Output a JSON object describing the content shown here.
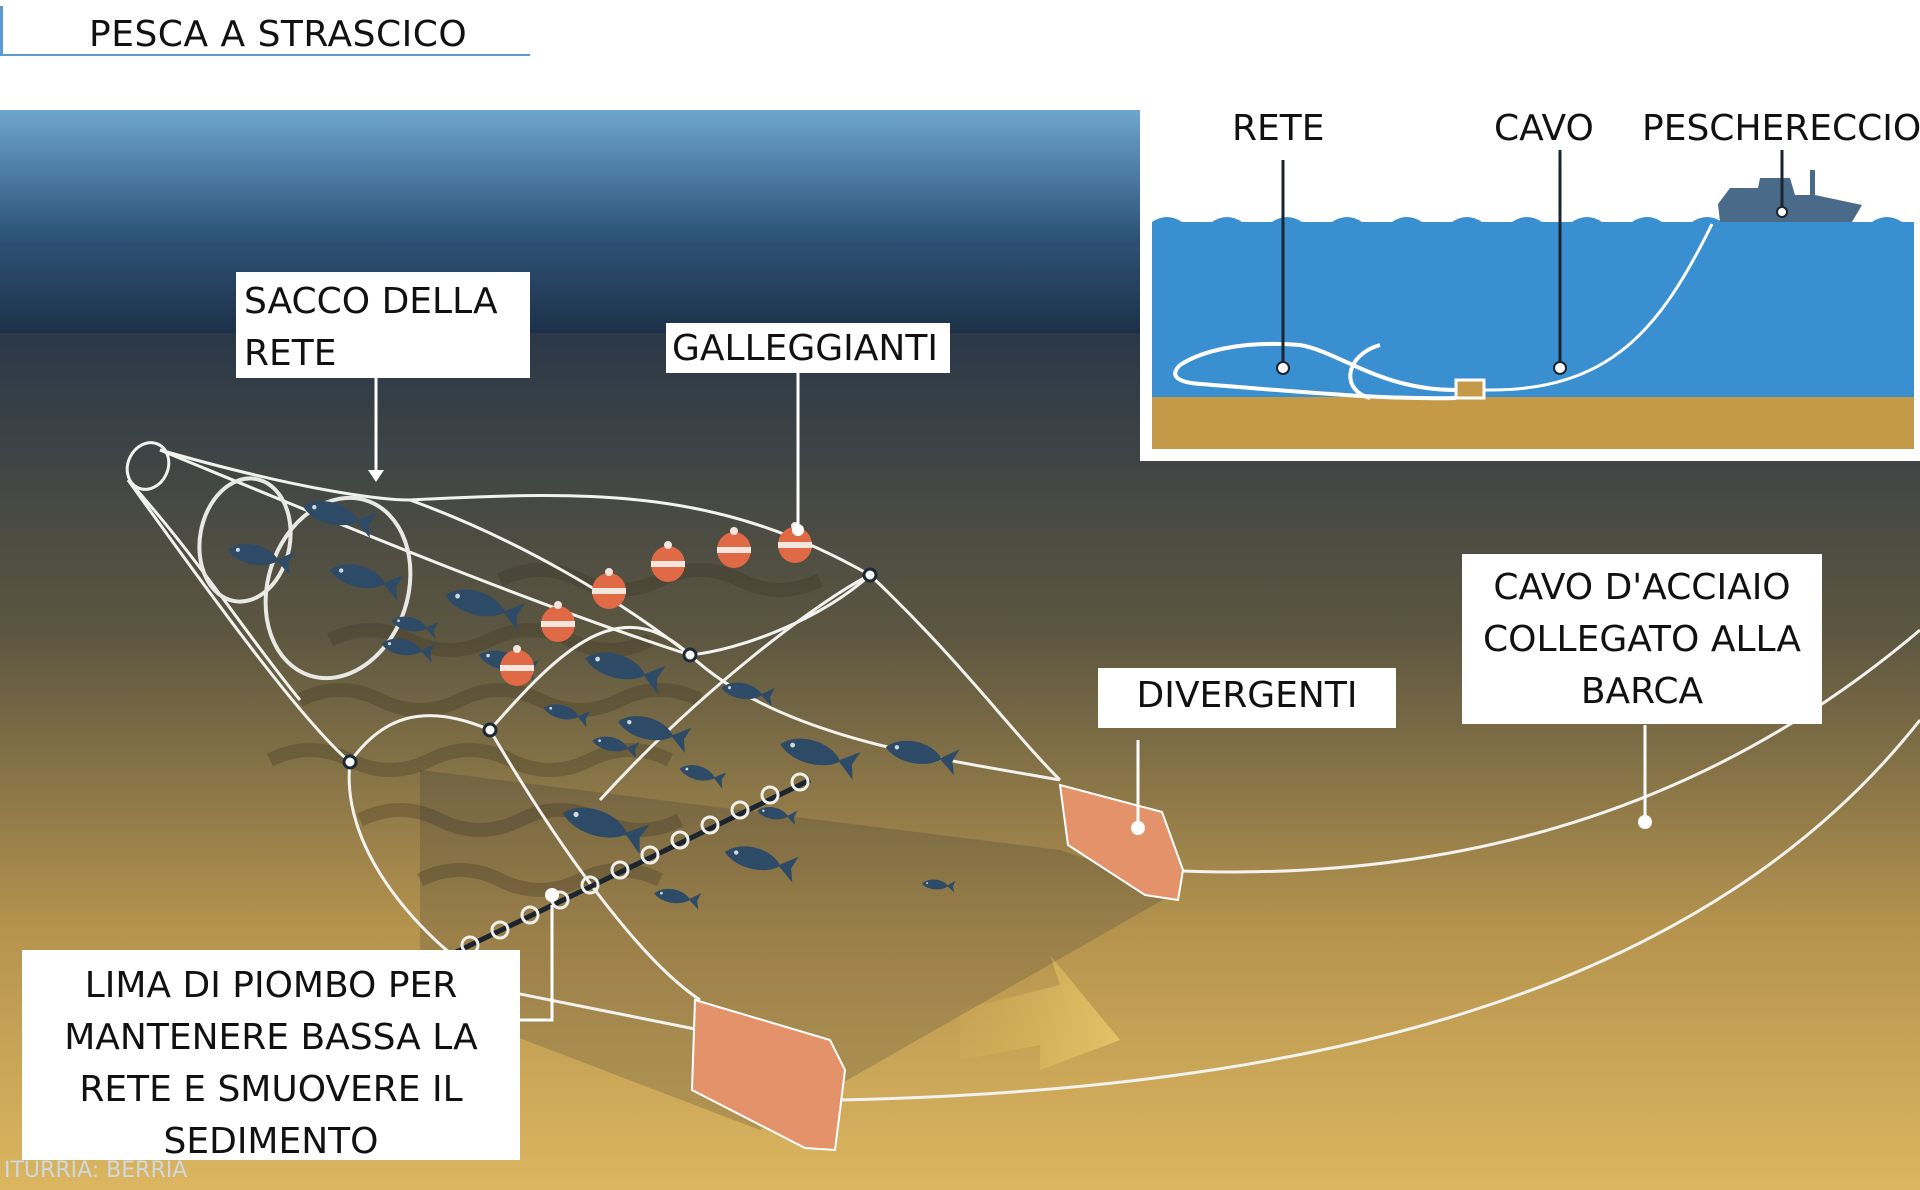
{
  "title": "PESCA A STRASCICO",
  "credit": "ITURRIA: BERRIA",
  "labels": {
    "sacco": "SACCO DELLA RETE",
    "galleggianti": "GALLEGGIANTI",
    "divergenti": "DIVERGENTI",
    "cavo_acciaio": "CAVO D'ACCIAIO COLLEGATO ALLA BARCA",
    "lima": "LIMA DI PIOMBO PER MANTENERE BASSA LA RETE E SMUOVERE IL SEDIMENTO"
  },
  "inset": {
    "rete": "RETE",
    "cavo": "CAVO",
    "peschereccio": "PESCHERECCIO"
  },
  "colors": {
    "sea_top": "#6ea6cf",
    "sea_dark": "#1f3650",
    "seabed": "#d8b35c",
    "float": "#e06a45",
    "door": "#e3926a",
    "fish": "#2d4a66",
    "inset_water": "#3a8fd0",
    "inset_sand": "#c49a48"
  }
}
